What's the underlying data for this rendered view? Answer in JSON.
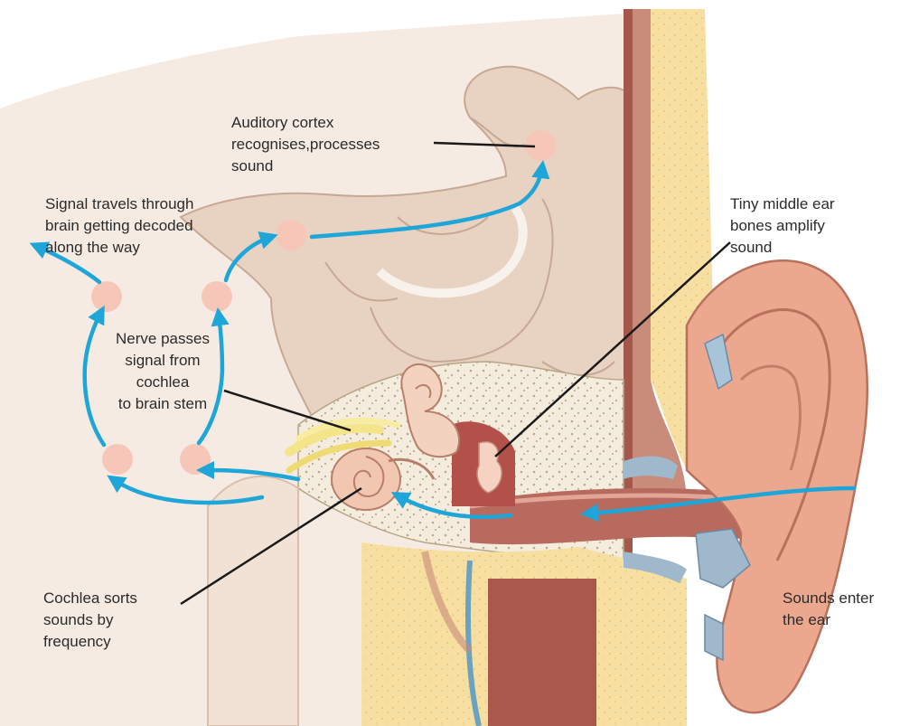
{
  "labels": {
    "auditory_cortex": "Auditory cortex\nrecognises,processes\nsound",
    "signal_travels": "Signal travels through\nbrain getting decoded\nalong the way",
    "middle_ear": "Tiny middle ear\nbones amplify\nsound",
    "nerve_passes": "Nerve passes\nsignal from\ncochlea\nto brain stem",
    "cochlea_sorts": "Cochlea sorts\nsounds by\nfrequency",
    "sounds_enter": "Sounds enter\nthe ear"
  },
  "colors": {
    "arrow": "#1ea6d9",
    "node": "#f6c7b8",
    "brain": "#e8d2c2",
    "skin": "#f0c9b0",
    "bone": "#f3dd9a",
    "muscle": "#b96a5c",
    "leader": "#1a1a1a"
  }
}
